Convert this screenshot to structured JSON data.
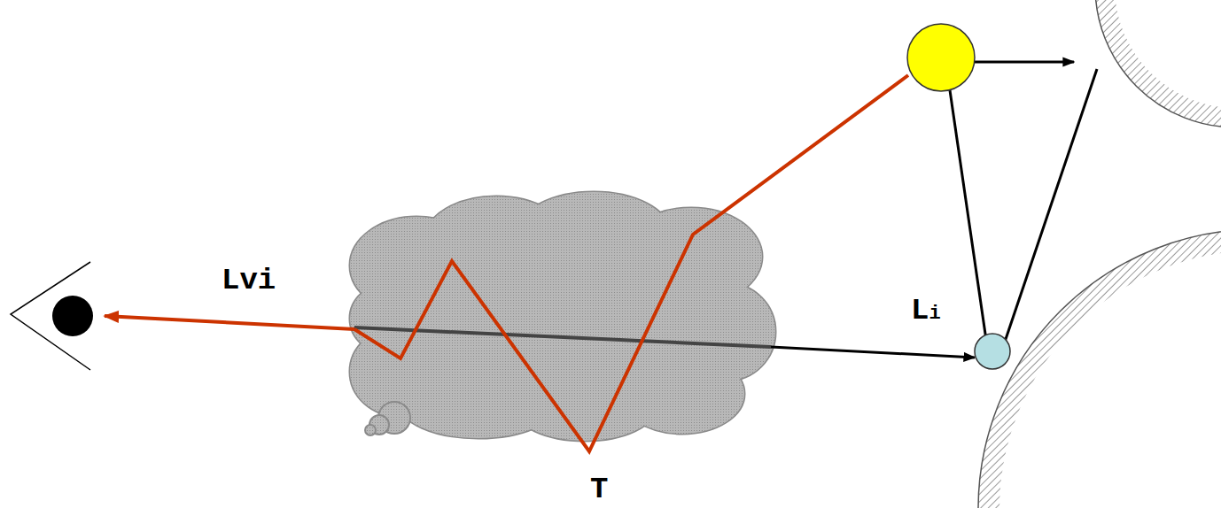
{
  "diagram": {
    "labels": [
      "Lvi",
      "Li",
      "T"
    ]
  }
}
